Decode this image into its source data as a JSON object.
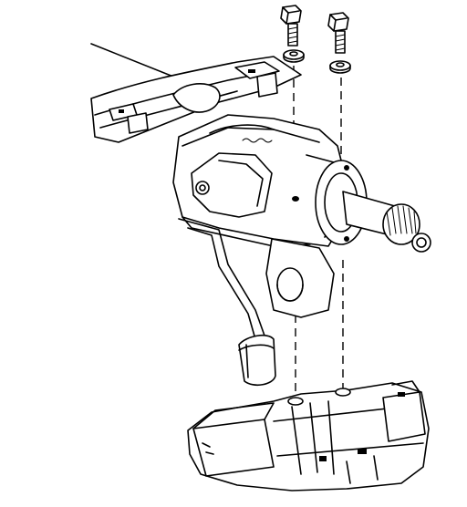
{
  "diagram": {
    "kind": "exploded-assembly-line-drawing",
    "colors": {
      "ink": "#000000",
      "paper": "#ffffff"
    },
    "parts": [
      "bolt-left",
      "washer-left",
      "bolt-right",
      "washer-right",
      "steering-shaft-housing",
      "steering-column-mount",
      "lever-arm",
      "output-shaft-spline",
      "lower-bracket-assembly"
    ],
    "labels": []
  }
}
